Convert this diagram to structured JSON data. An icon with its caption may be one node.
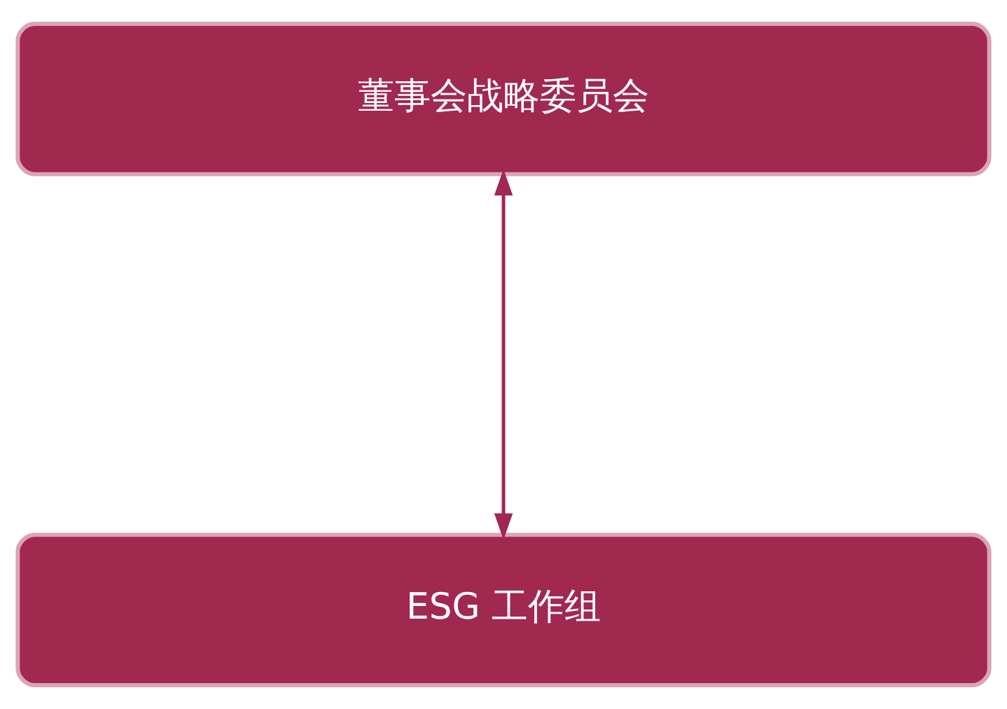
{
  "diagram": {
    "nodes": [
      {
        "text": [
          "董事会战略委员会"
        ]
      },
      {
        "text": [
          "ESG 工作组"
        ]
      }
    ],
    "edges": [
      {
        "from": 0,
        "to": 1,
        "arrow": "both"
      }
    ]
  }
}
